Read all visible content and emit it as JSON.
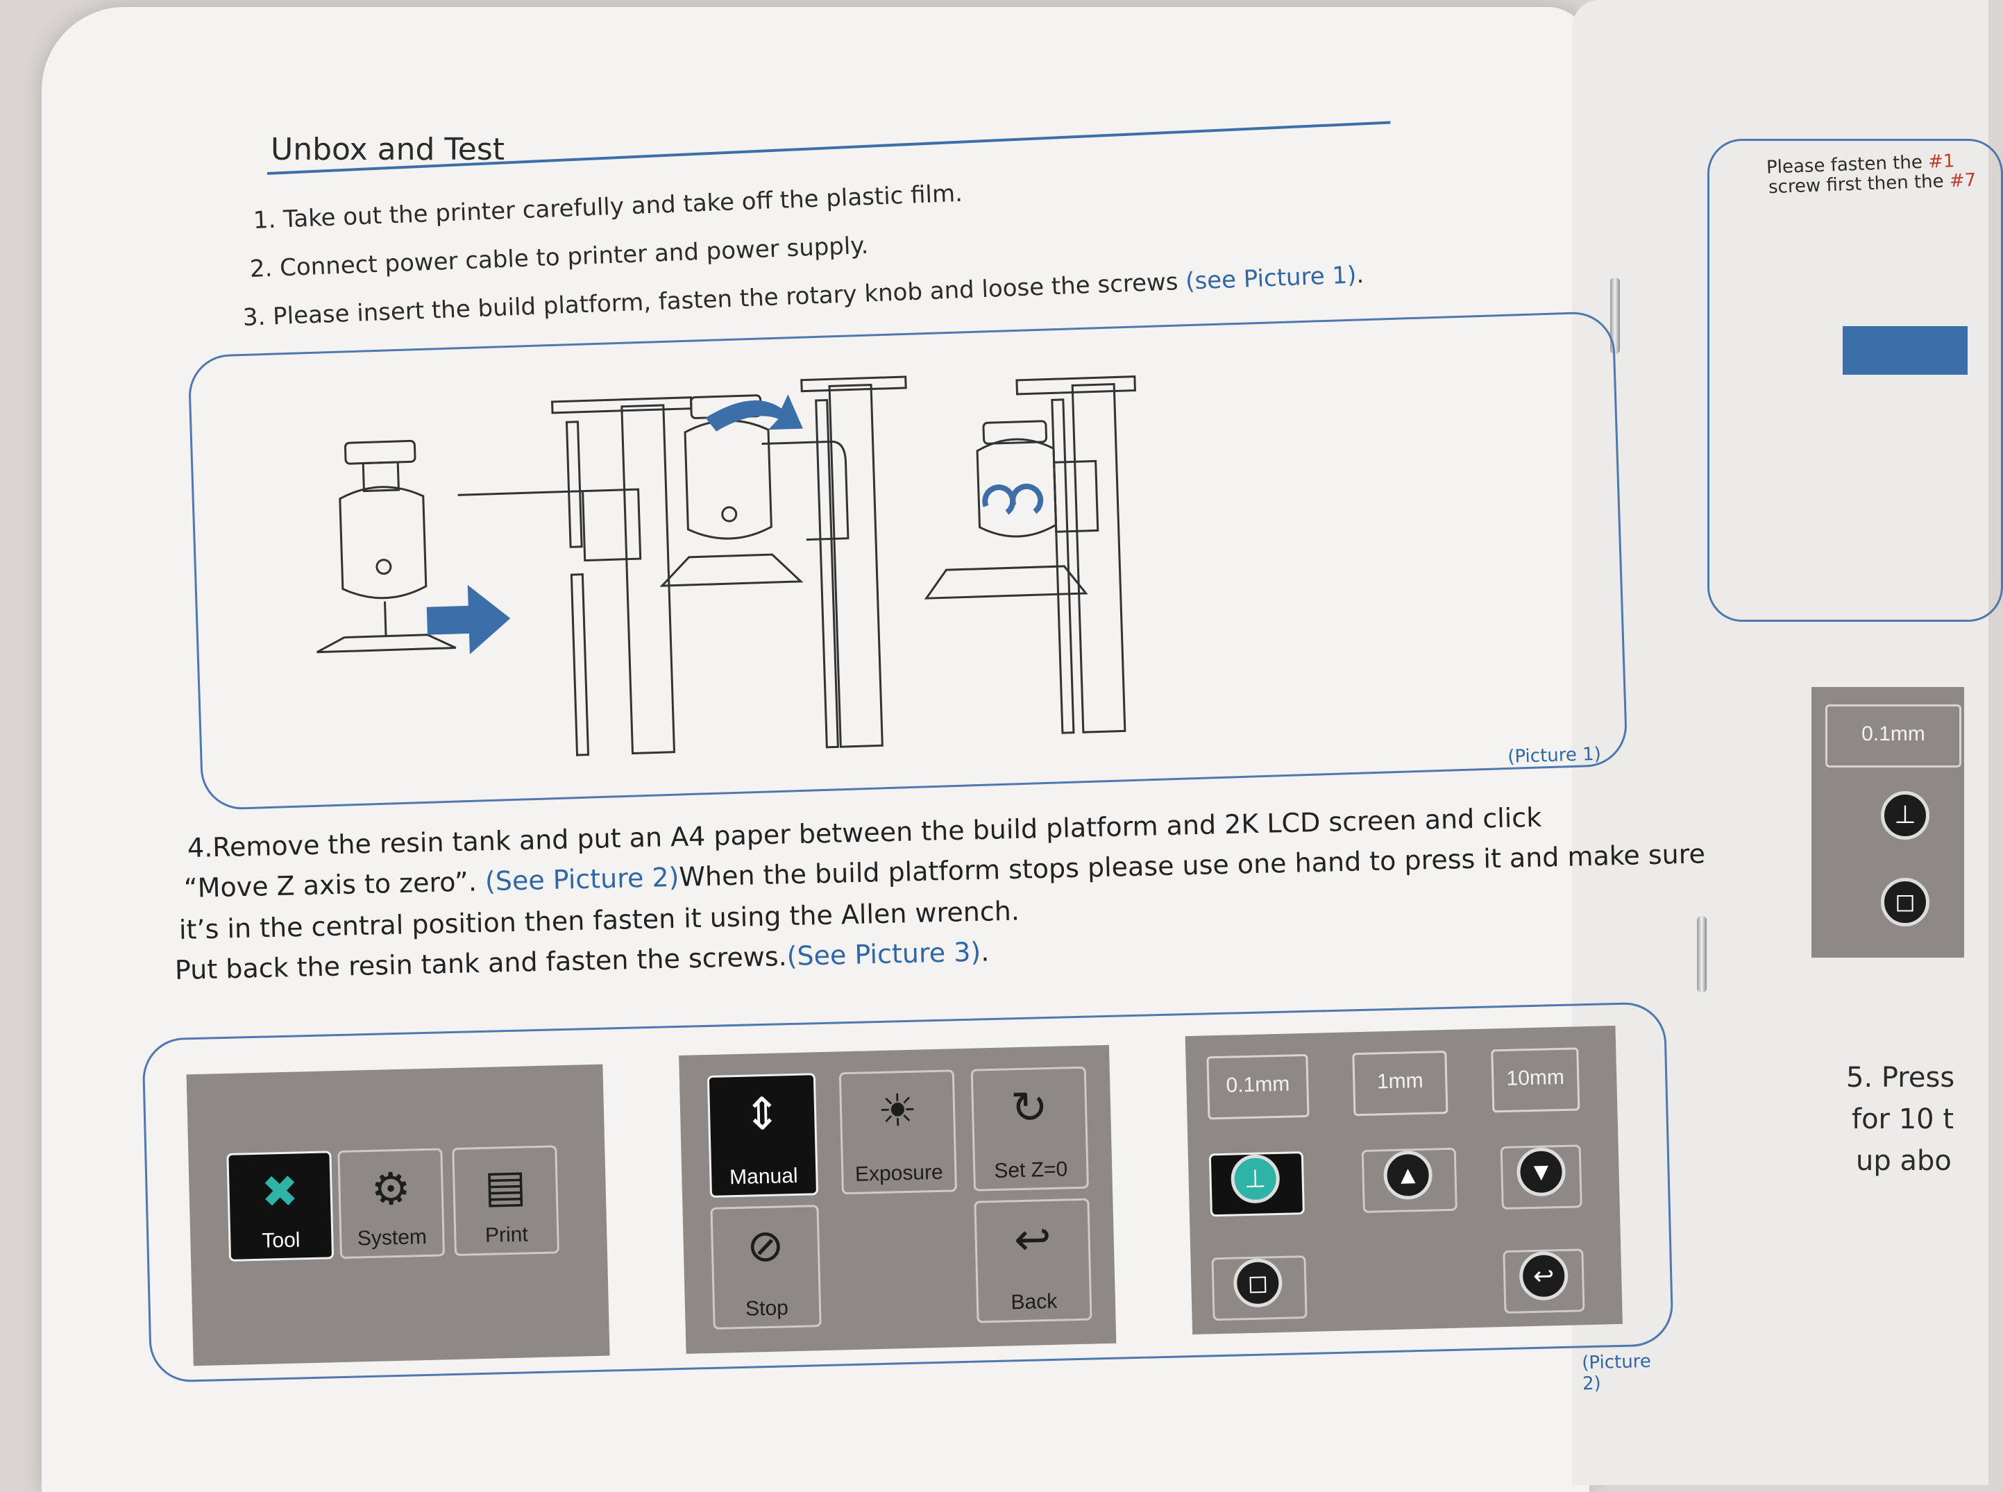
{
  "section_title": "Unbox and Test",
  "steps": [
    {
      "text": "1. Take out the printer carefully and take off the plastic film."
    },
    {
      "text": "2. Connect power cable to printer and power supply."
    },
    {
      "text": "3. Please insert the build platform, fasten the rotary knob and loose the screws ",
      "link": "(see Picture 1)",
      "tail": "."
    }
  ],
  "picture1_caption": "(Picture 1)",
  "step4": {
    "line1": "4.Remove the resin tank and put an A4 paper between the build platform and 2K LCD screen and click",
    "line2_a": "“Move Z axis to zero”. ",
    "line2_link": "(See Picture 2)",
    "line2_b": "When the build platform stops please use one hand to press it and make sure",
    "line3": "it’s in the central position then fasten it using the Allen wrench.",
    "line4_a": "Put back the resin tank and fasten the screws.",
    "line4_link": "(See Picture 3)",
    "line4_b": "."
  },
  "screen1": {
    "buttons": [
      {
        "label": "Tool",
        "icon": "tools-icon",
        "active": true
      },
      {
        "label": "System",
        "icon": "gears-icon",
        "active": false
      },
      {
        "label": "Print",
        "icon": "printer-icon",
        "active": false
      }
    ]
  },
  "screen2": {
    "buttons": [
      {
        "label": "Manual",
        "icon": "up-down-icon",
        "active": true
      },
      {
        "label": "Exposure",
        "icon": "light-icon",
        "active": false
      },
      {
        "label": "Set Z=0",
        "icon": "reset-icon",
        "active": false
      },
      {
        "label": "Stop",
        "icon": "stop-icon",
        "active": false
      },
      {
        "label": "Back",
        "icon": "back-icon",
        "active": false
      }
    ]
  },
  "screen3": {
    "steps": [
      "0.1mm",
      "1mm",
      "10mm"
    ]
  },
  "picture2_caption": "(Picture 2)",
  "right_page": {
    "note_line1": "Please fasten the ",
    "note_num1": "#1",
    "note_line2": "screw first then the ",
    "note_num2": "#7",
    "step_value": "0.1mm",
    "step5_line1": "5. Press",
    "step5_line2": "for 10 t",
    "step5_line3": "up abo"
  },
  "colors": {
    "accent_blue": "#2f67a6",
    "screen_grey": "#8f8986",
    "note_red": "#c0392b"
  }
}
